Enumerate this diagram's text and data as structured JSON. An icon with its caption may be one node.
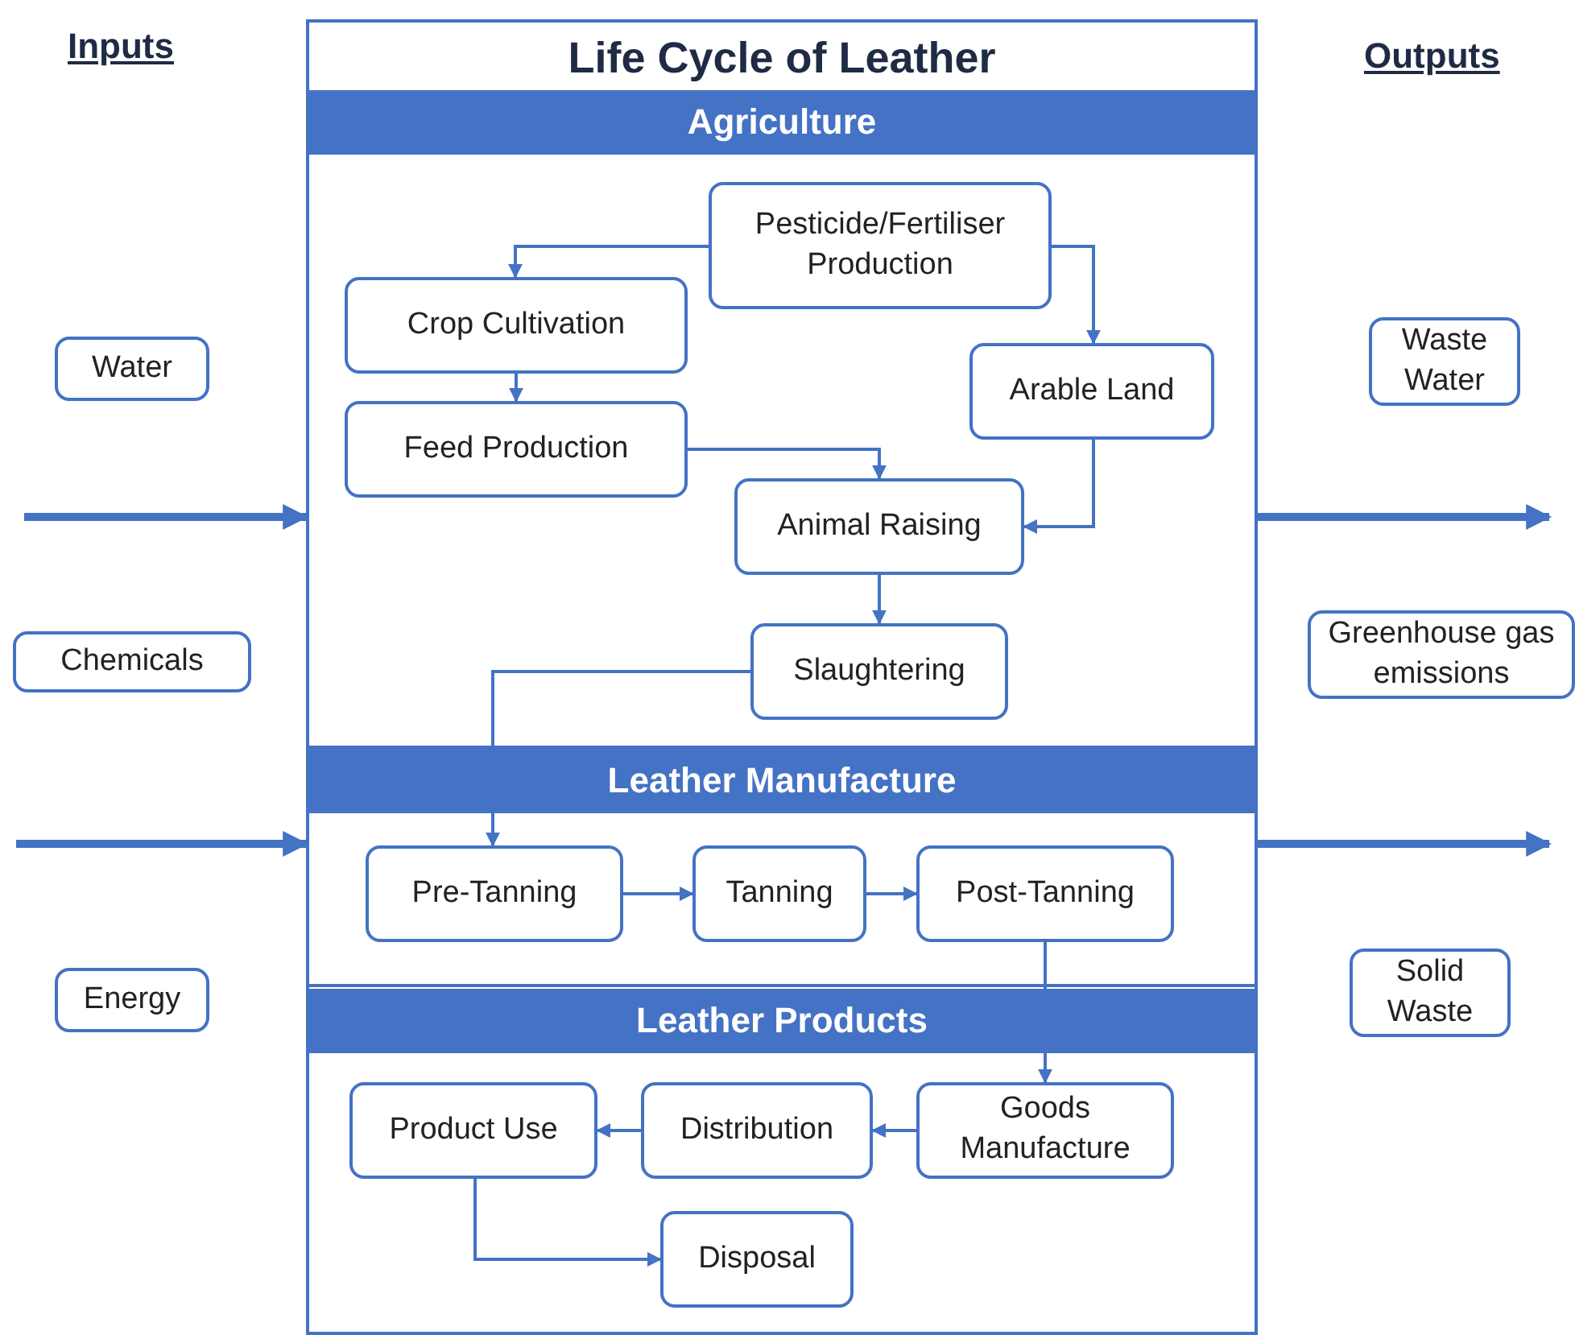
{
  "diagram": {
    "nodes": [
      {
        "text": [
          "Life Cycle of Leather"
        ]
      },
      {
        "text": [
          "Agriculture"
        ],
        "in": 0
      },
      {
        "text": [
          "Pesticide/Fertiliser Production"
        ],
        "in": 1
      },
      {
        "text": [
          "Crop Cultivation"
        ],
        "in": 1
      },
      {
        "text": [
          "Arable Land"
        ],
        "in": 1
      },
      {
        "text": [
          "Feed Production"
        ],
        "in": 1
      },
      {
        "text": [
          "Animal Raising"
        ],
        "in": 1
      },
      {
        "text": [
          "Slaughtering"
        ],
        "in": 1
      },
      {
        "text": [
          "Leather Manufacture"
        ],
        "in": 0
      },
      {
        "text": [
          "Pre-Tanning"
        ],
        "in": 8
      },
      {
        "text": [
          "Tanning"
        ],
        "in": 8
      },
      {
        "text": [
          "Post-Tanning"
        ],
        "in": 8
      },
      {
        "text": [
          "Leather Products"
        ],
        "in": 0
      },
      {
        "text": [
          "Goods Manufacture"
        ],
        "in": 12
      },
      {
        "text": [
          "Distribution"
        ],
        "in": 12
      },
      {
        "text": [
          "Product Use"
        ],
        "in": 12
      },
      {
        "text": [
          "Disposal"
        ],
        "in": 12
      },
      {
        "text": [
          "Water"
        ]
      },
      {
        "text": [
          "Chemicals"
        ]
      },
      {
        "text": [
          "Energy"
        ]
      },
      {
        "text": [
          "Waste Water"
        ]
      },
      {
        "text": [
          "Greenhouse gas emissions"
        ]
      },
      {
        "text": [
          "Solid Waste"
        ]
      }
    ],
    "edges": [
      {
        "from": 2,
        "to": 3,
        "arrow": "to"
      },
      {
        "from": 2,
        "to": 4,
        "arrow": "to"
      },
      {
        "from": 3,
        "to": 5,
        "arrow": "to"
      },
      {
        "from": 5,
        "to": 6,
        "arrow": "to"
      },
      {
        "from": 4,
        "to": 6,
        "arrow": "to"
      },
      {
        "from": 6,
        "to": 7,
        "arrow": "to"
      },
      {
        "from": 7,
        "to": 9,
        "arrow": "to"
      },
      {
        "from": 9,
        "to": 10,
        "arrow": "to"
      },
      {
        "from": 10,
        "to": 11,
        "arrow": "to"
      },
      {
        "from": 11,
        "to": 13,
        "arrow": "to"
      },
      {
        "from": 13,
        "to": 14,
        "arrow": "to"
      },
      {
        "from": 14,
        "to": 15,
        "arrow": "to"
      },
      {
        "from": 15,
        "to": 16,
        "arrow": "to"
      },
      {
        "from": null,
        "to": 0,
        "arrow": "to",
        "style": "thick"
      },
      {
        "from": null,
        "to": 0,
        "arrow": "to",
        "style": "thick"
      },
      {
        "from": 0,
        "to": null,
        "arrow": "to",
        "style": "thick"
      },
      {
        "from": 0,
        "to": null,
        "arrow": "to",
        "style": "thick"
      }
    ],
    "labels": [
      "Inputs",
      "Outputs"
    ]
  }
}
